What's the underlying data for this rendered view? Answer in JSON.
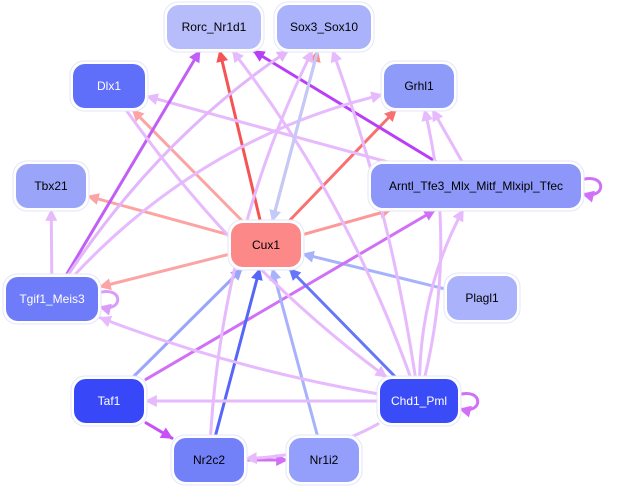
{
  "diagram": {
    "type": "directed-network",
    "background": "#ffffff",
    "nodes": [
      {
        "id": "Rorc_Nr1d1",
        "label": "Rorc_Nr1d1",
        "fill": "#b7bdfa",
        "text": "#000000"
      },
      {
        "id": "Sox3_Sox10",
        "label": "Sox3_Sox10",
        "fill": "#a9b2fa",
        "text": "#000000"
      },
      {
        "id": "Dlx1",
        "label": "Dlx1",
        "fill": "#5f6ffa",
        "text": "#ffffff"
      },
      {
        "id": "Grhl1",
        "label": "Grhl1",
        "fill": "#8f9bf9",
        "text": "#000000"
      },
      {
        "id": "Tbx21",
        "label": "Tbx21",
        "fill": "#9aa5fa",
        "text": "#000000"
      },
      {
        "id": "Arntl",
        "label": "Arntl_Tfe3_Mlx_Mitf_Mlxipl_Tfec",
        "fill": "#8c97f9",
        "text": "#000000"
      },
      {
        "id": "Cux1",
        "label": "Cux1",
        "fill": "#fc8888",
        "text": "#000000"
      },
      {
        "id": "Tgif1_Meis3",
        "label": "Tgif1_Meis3",
        "fill": "#6e7cf9",
        "text": "#ffffff"
      },
      {
        "id": "Plagl1",
        "label": "Plagl1",
        "fill": "#a9b2fb",
        "text": "#000000"
      },
      {
        "id": "Taf1",
        "label": "Taf1",
        "fill": "#3848f8",
        "text": "#ffffff"
      },
      {
        "id": "Chd1_Pml",
        "label": "Chd1_Pml",
        "fill": "#3a4bf8",
        "text": "#ffffff"
      },
      {
        "id": "Nr2c2",
        "label": "Nr2c2",
        "fill": "#7381f9",
        "text": "#000000"
      },
      {
        "id": "Nr1i2",
        "label": "Nr1i2",
        "fill": "#939ffa",
        "text": "#000000"
      }
    ],
    "edges": [
      {
        "from": "Cux1",
        "to": "Rorc_Nr1d1",
        "color": "#f45454",
        "weight": 3
      },
      {
        "from": "Cux1",
        "to": "Sox3_Sox10",
        "color": "#fb8d8d",
        "weight": 3
      },
      {
        "from": "Cux1",
        "to": "Dlx1",
        "color": "#fca4a4",
        "weight": 3
      },
      {
        "from": "Cux1",
        "to": "Grhl1",
        "color": "#f87070",
        "weight": 3
      },
      {
        "from": "Cux1",
        "to": "Tbx21",
        "color": "#fca4a4",
        "weight": 3
      },
      {
        "from": "Cux1",
        "to": "Arntl",
        "color": "#fc9898",
        "weight": 3
      },
      {
        "from": "Cux1",
        "to": "Tgif1_Meis3",
        "color": "#fca4a4",
        "weight": 3
      },
      {
        "from": "Arntl",
        "to": "Rorc_Nr1d1",
        "color": "#b93ff6",
        "weight": 3
      },
      {
        "from": "Arntl",
        "to": "Grhl1",
        "color": "#e6bafc",
        "weight": 3
      },
      {
        "from": "Arntl",
        "to": "Dlx1",
        "color": "#e6bafc",
        "weight": 3
      },
      {
        "from": "Arntl",
        "to": "Arntl",
        "color": "#d070f6",
        "weight": 3
      },
      {
        "from": "Tgif1_Meis3",
        "to": "Rorc_Nr1d1",
        "color": "#c05ef6",
        "weight": 3
      },
      {
        "from": "Tgif1_Meis3",
        "to": "Sox3_Sox10",
        "color": "#e3b5fb",
        "weight": 3
      },
      {
        "from": "Tgif1_Meis3",
        "to": "Grhl1",
        "color": "#e6bafc",
        "weight": 3
      },
      {
        "from": "Tgif1_Meis3",
        "to": "Tbx21",
        "color": "#e6bafc",
        "weight": 3
      },
      {
        "from": "Tgif1_Meis3",
        "to": "Tgif1_Meis3",
        "color": "#d99cf9",
        "weight": 3
      },
      {
        "from": "Plagl1",
        "to": "Cux1",
        "color": "#a7b2fb",
        "weight": 3
      },
      {
        "from": "Taf1",
        "to": "Cux1",
        "color": "#9aa6fa",
        "weight": 3
      },
      {
        "from": "Taf1",
        "to": "Arntl",
        "color": "#d070f6",
        "weight": 3
      },
      {
        "from": "Taf1",
        "to": "Nr2c2",
        "color": "#c94ff6",
        "weight": 3
      },
      {
        "from": "Nr2c2",
        "to": "Cux1",
        "color": "#5667f8",
        "weight": 3
      },
      {
        "from": "Nr2c2",
        "to": "Nr1i2",
        "color": "#d070f6",
        "weight": 3
      },
      {
        "from": "Nr2c2",
        "to": "Sox3_Sox10",
        "color": "#e6bafc",
        "weight": 3
      },
      {
        "from": "Nr1i2",
        "to": "Cux1",
        "color": "#a7b2fb",
        "weight": 3
      },
      {
        "from": "Chd1_Pml",
        "to": "Cux1",
        "color": "#6676f8",
        "weight": 3
      },
      {
        "from": "Chd1_Pml",
        "to": "Taf1",
        "color": "#e6bafc",
        "weight": 3
      },
      {
        "from": "Chd1_Pml",
        "to": "Nr2c2",
        "color": "#e6bafc",
        "weight": 3
      },
      {
        "from": "Chd1_Pml",
        "to": "Tgif1_Meis3",
        "color": "#e6bafc",
        "weight": 3
      },
      {
        "from": "Chd1_Pml",
        "to": "Rorc_Nr1d1",
        "color": "#e6bafc",
        "weight": 3
      },
      {
        "from": "Chd1_Pml",
        "to": "Sox3_Sox10",
        "color": "#e6bafc",
        "weight": 3
      },
      {
        "from": "Chd1_Pml",
        "to": "Grhl1",
        "color": "#e6bafc",
        "weight": 3
      },
      {
        "from": "Chd1_Pml",
        "to": "Arntl",
        "color": "#e6bafc",
        "weight": 3
      },
      {
        "from": "Chd1_Pml",
        "to": "Chd1_Pml",
        "color": "#d070f6",
        "weight": 3
      },
      {
        "from": "Sox3_Sox10",
        "to": "Cux1",
        "color": "#c3caf9",
        "weight": 3
      },
      {
        "from": "Dlx1",
        "to": "Chd1_Pml",
        "color": "#e6bafc",
        "weight": 3
      }
    ]
  }
}
